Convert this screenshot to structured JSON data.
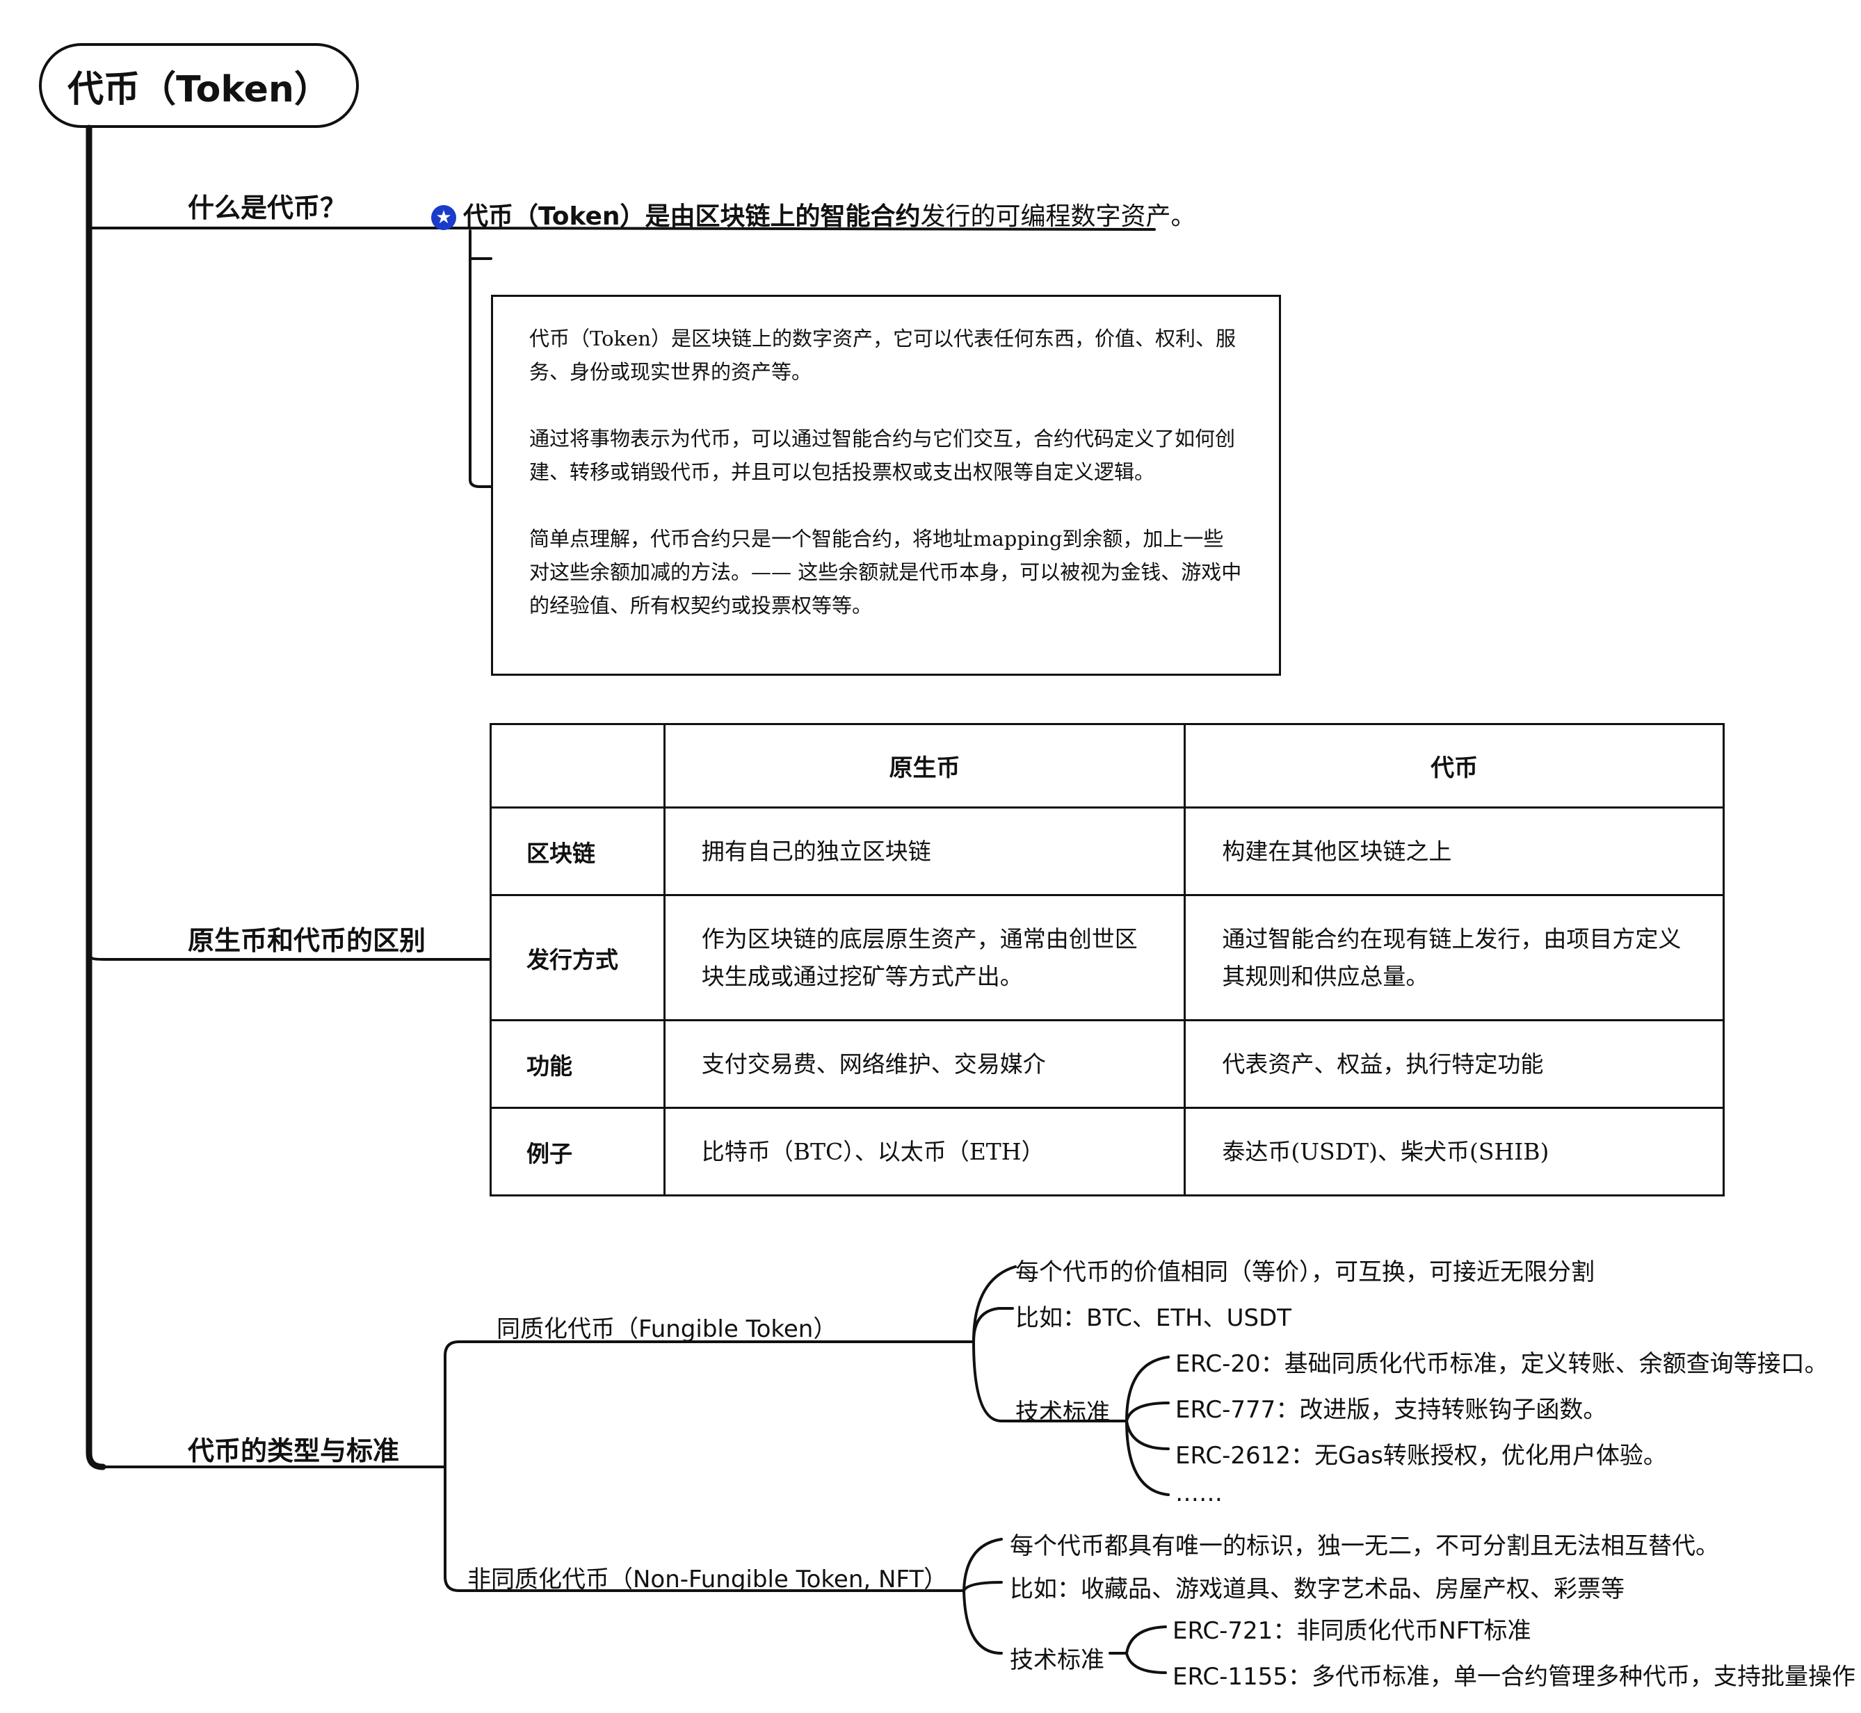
{
  "root": {
    "title": "代币（Token）"
  },
  "branches": {
    "what": "什么是代币？",
    "diff": "原生币和代币的区别",
    "types": "代币的类型与标准"
  },
  "definition": {
    "pre": "代币（Token）是由区块链上的",
    "bold": "智能合约",
    "post": "发行的可编程数字资产。",
    "icon": "star-icon"
  },
  "note": {
    "paragraphs": [
      "代币（Token）是区块链上的数字资产，它可以代表任何东西，价值、权利、服务、身份或现实世界的资产等。",
      "通过将事物表示为代币，可以通过智能合约与它们交互，合约代码定义了如何创建、转移或销毁代币，并且可以包括投票权或支出权限等自定义逻辑。",
      "简单点理解，代币合约只是一个智能合约，将地址mapping到余额，加上一些对这些余额加减的方法。—— 这些余额就是代币本身，可以被视为金钱、游戏中的经验值、所有权契约或投票权等等。"
    ]
  },
  "table": {
    "headers": [
      "",
      "原生币",
      "代币"
    ],
    "rows": [
      {
        "label": "区块链",
        "native": "拥有自己的独立区块链",
        "token": "构建在其他区块链之上"
      },
      {
        "label": "发行方式",
        "native": "作为区块链的底层原生资产，通常由创世区块生成或通过挖矿等方式产出。",
        "token": "通过智能合约在现有链上发行，由项目方定义其规则和供应总量。"
      },
      {
        "label": "功能",
        "native": "支付交易费、网络维护、交易媒介",
        "token": "代表资产、权益，执行特定功能"
      },
      {
        "label": "例子",
        "native": "比特币（BTC）、以太币（ETH）",
        "token": "泰达币(USDT)、柴犬币(SHIB)"
      }
    ]
  },
  "fungible": {
    "label": "同质化代币（Fungible Token）",
    "desc": "每个代币的价值相同（等价），可互换，可接近无限分割",
    "examples": "比如：BTC、ETH、USDT",
    "standards_label": "技术标准",
    "standards": [
      "ERC-20：基础同质化代币标准，定义转账、余额查询等接口。",
      "ERC-777：改进版，支持转账钩子函数。",
      "ERC-2612：无Gas转账授权，优化用户体验。",
      "……"
    ]
  },
  "nft": {
    "label": "非同质化代币（Non-Fungible Token, NFT）",
    "desc": "每个代币都具有唯一的标识，独一无二，不可分割且无法相互替代。",
    "examples": "比如：收藏品、游戏道具、数字艺术品、房屋产权、彩票等",
    "standards_label": "技术标准",
    "standards": [
      "ERC-721：非同质化代币NFT标准",
      "ERC-1155：多代币标准，单一合约管理多种代币，支持批量操作"
    ]
  }
}
